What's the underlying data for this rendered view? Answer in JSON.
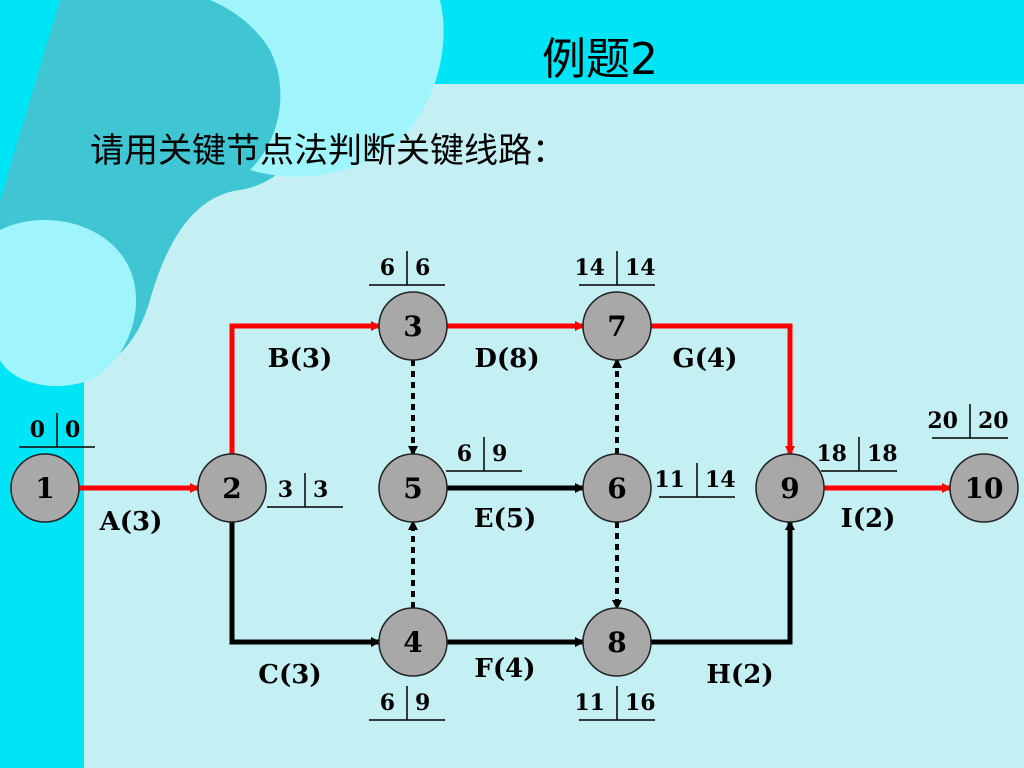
{
  "slide": {
    "title": "例题2",
    "subtitle": "请用关键节点法判断关键线路："
  },
  "colors": {
    "top_band": "#00E5F5",
    "left_band": "#00E5F5",
    "panel": "#C4F0F4",
    "blob_dark": "#3FC6D2",
    "blob_light": "#9FF5FB",
    "node_fill": "#A8A8A8",
    "critical": "#FF0000",
    "normal": "#000000"
  },
  "nodes": [
    {
      "id": "1",
      "label": "1",
      "et": "0",
      "lt": "0"
    },
    {
      "id": "2",
      "label": "2",
      "et": "3",
      "lt": "3"
    },
    {
      "id": "3",
      "label": "3",
      "et": "6",
      "lt": "6"
    },
    {
      "id": "4",
      "label": "4",
      "et": "6",
      "lt": "9"
    },
    {
      "id": "5",
      "label": "5",
      "et": "6",
      "lt": "9"
    },
    {
      "id": "6",
      "label": "6",
      "et": "11",
      "lt": "14"
    },
    {
      "id": "7",
      "label": "7",
      "et": "14",
      "lt": "14"
    },
    {
      "id": "8",
      "label": "8",
      "et": "11",
      "lt": "16"
    },
    {
      "id": "9",
      "label": "9",
      "et": "18",
      "lt": "18"
    },
    {
      "id": "10",
      "label": "10",
      "et": "20",
      "lt": "20"
    }
  ],
  "edges": [
    {
      "id": "A",
      "label": "A(3)",
      "from": "1",
      "to": "2",
      "critical": true,
      "dummy": false
    },
    {
      "id": "B",
      "label": "B(3)",
      "from": "2",
      "to": "3",
      "critical": true,
      "dummy": false
    },
    {
      "id": "C",
      "label": "C(3)",
      "from": "2",
      "to": "4",
      "critical": false,
      "dummy": false
    },
    {
      "id": "D",
      "label": "D(8)",
      "from": "3",
      "to": "7",
      "critical": true,
      "dummy": false
    },
    {
      "id": "E",
      "label": "E(5)",
      "from": "5",
      "to": "6",
      "critical": false,
      "dummy": false
    },
    {
      "id": "F",
      "label": "F(4)",
      "from": "4",
      "to": "8",
      "critical": false,
      "dummy": false
    },
    {
      "id": "G",
      "label": "G(4)",
      "from": "7",
      "to": "9",
      "critical": true,
      "dummy": false
    },
    {
      "id": "H",
      "label": "H(2)",
      "from": "8",
      "to": "9",
      "critical": false,
      "dummy": false
    },
    {
      "id": "I",
      "label": "I(2)",
      "from": "9",
      "to": "10",
      "critical": true,
      "dummy": false
    },
    {
      "id": "d35",
      "label": "",
      "from": "3",
      "to": "5",
      "critical": false,
      "dummy": true
    },
    {
      "id": "d45",
      "label": "",
      "from": "4",
      "to": "5",
      "critical": false,
      "dummy": true
    },
    {
      "id": "d67",
      "label": "",
      "from": "6",
      "to": "7",
      "critical": false,
      "dummy": true
    },
    {
      "id": "d68",
      "label": "",
      "from": "6",
      "to": "8",
      "critical": false,
      "dummy": true
    }
  ]
}
